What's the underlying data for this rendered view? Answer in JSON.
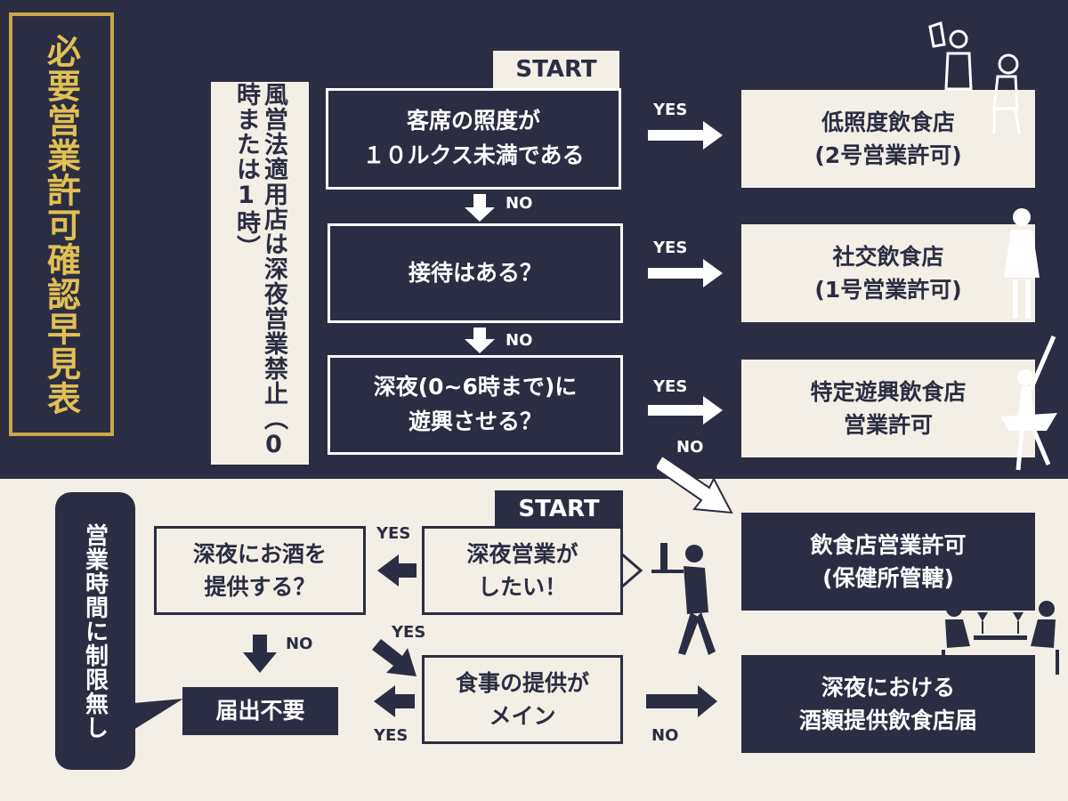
{
  "title": "必要営業許可確認早見表",
  "top_side_label": "風営法適用店は深夜営業禁止（0時または1時）",
  "bottom_side_label": "営業時間に制限無し",
  "start_label": "START",
  "labels": {
    "yes": "YES",
    "no": "NO"
  },
  "top_questions": [
    "客席の照度が\n１０ルクス未満である",
    "接待はある？",
    "深夜(0~6時まで)に\n遊興させる？"
  ],
  "top_results": [
    "低照度飲食店\n(2号営業許可)",
    "社交飲食店\n(1号営業許可)",
    "特定遊興飲食店\n営業許可"
  ],
  "bottom_start_question": "深夜営業が\nしたい！",
  "bottom_left_question": "深夜にお酒を\n提供する？",
  "bottom_mid_question": "食事の提供が\nメイン",
  "no_notice": "届出不要",
  "result_food_permit": "飲食店営業許可\n(保健所管轄)",
  "result_late_night_alcohol": "深夜における\n酒類提供飲食店届",
  "colors": {
    "navy": "#2b2d42",
    "cream": "#f3efe6",
    "gold": "#c9a84a"
  },
  "icons": [
    "bartender-icon",
    "maid-icon",
    "dancer-icon",
    "waiter-icon",
    "dining-couple-icon"
  ]
}
